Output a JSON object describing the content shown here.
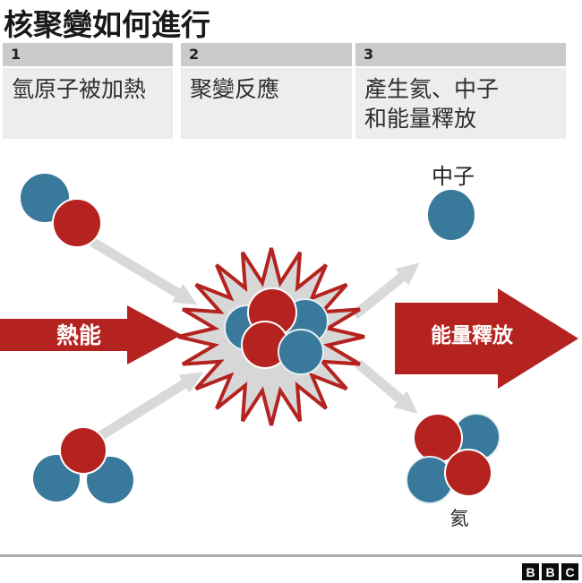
{
  "title": "核聚變如何進行",
  "steps": [
    {
      "number": "1",
      "label": "氫原子被加熱"
    },
    {
      "number": "2",
      "label": "聚變反應"
    },
    {
      "number": "3",
      "label": "產生氦、中子\n和能量釋放"
    }
  ],
  "diagram": {
    "heat_arrow_label": "熱能",
    "energy_arrow_label": "能量釋放",
    "neutron_label": "中子",
    "helium_label": "氦"
  },
  "logo": {
    "letters": [
      "B",
      "B",
      "C"
    ]
  },
  "colors": {
    "red": "#b42320",
    "blue": "#38799c",
    "arrow_gray": "#d9d9d9",
    "star_fill": "#d7d7d7",
    "step_bar": "#cbcbcb",
    "step_bg": "#ededed"
  }
}
